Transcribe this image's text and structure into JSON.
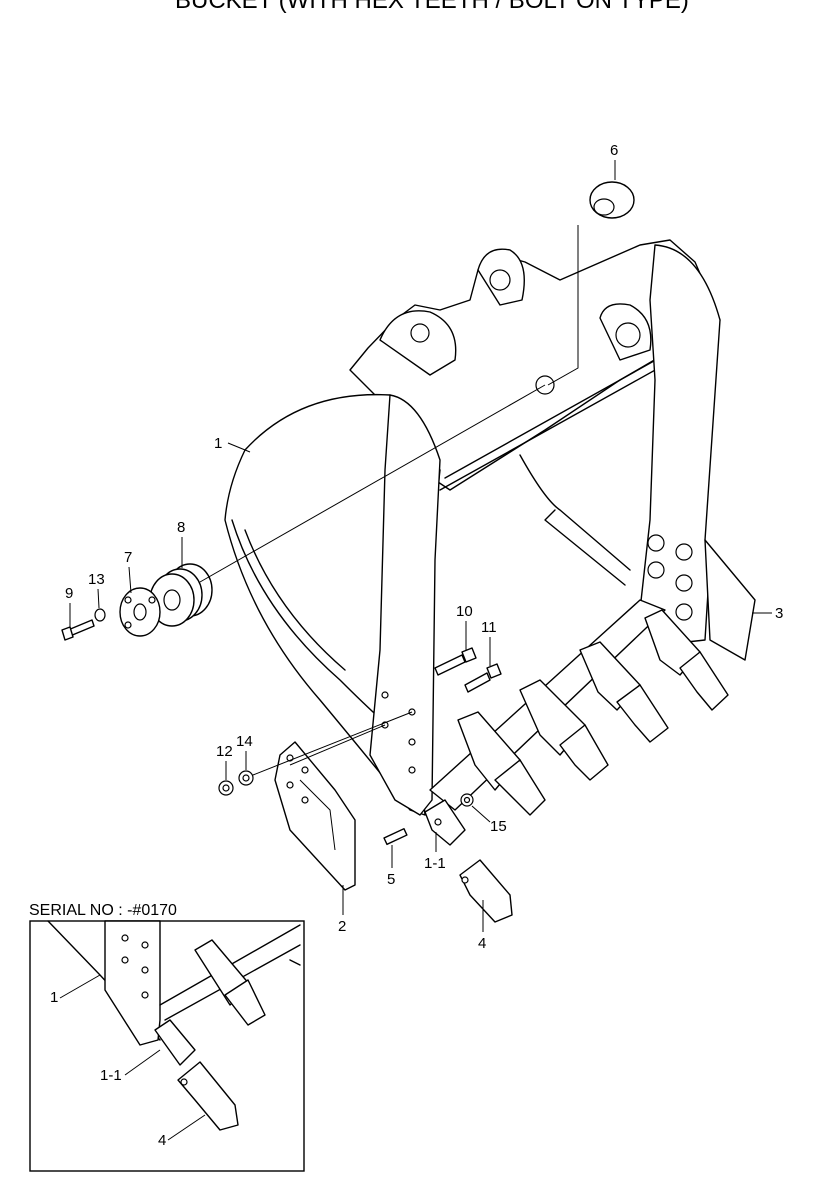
{
  "header": {
    "title_fragment": "BUCKET (WITH HEX TEETH / BOLT ON TYPE)"
  },
  "callouts": {
    "c1": "1",
    "c2": "2",
    "c3": "3",
    "c4": "4",
    "c5": "5",
    "c6": "6",
    "c7": "7",
    "c8": "8",
    "c9": "9",
    "c10": "10",
    "c11": "11",
    "c12": "12",
    "c13": "13",
    "c14": "14",
    "c15": "15",
    "c1_1": "1-1"
  },
  "inset": {
    "serial_label": "SERIAL NO : -#0170",
    "c1": "1",
    "c1_1": "1-1",
    "c4": "4"
  }
}
